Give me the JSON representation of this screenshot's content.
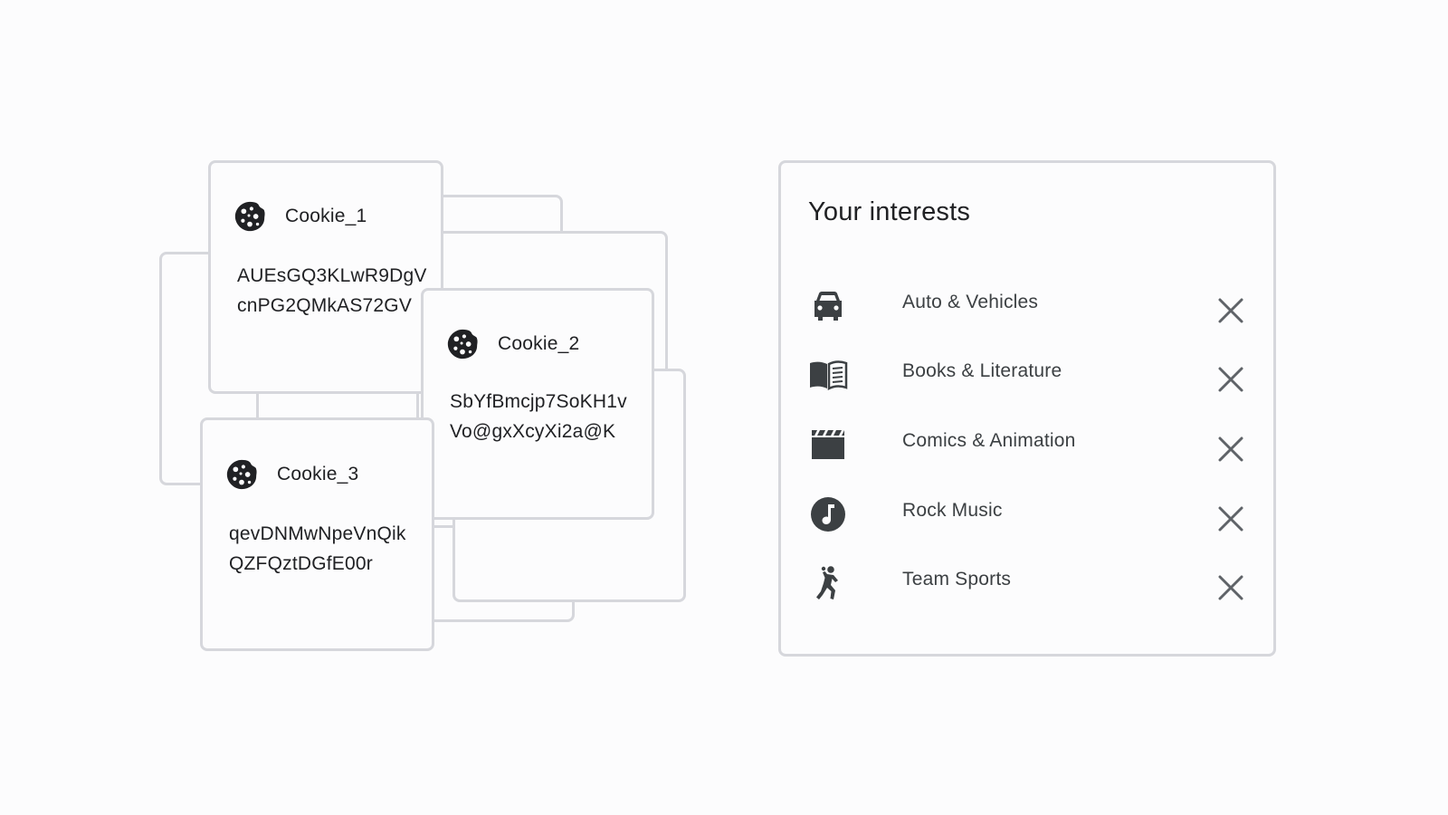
{
  "cookies": [
    {
      "name": "Cookie_1",
      "value_lines": [
        "AUEsGQ3KLwR9DgV",
        "cnPG2QMkAS72GV"
      ]
    },
    {
      "name": "Cookie_2",
      "value_lines": [
        "SbYfBmcjp7SoKH1v",
        "Vo@gxXcyXi2a@K"
      ]
    },
    {
      "name": "Cookie_3",
      "value_lines": [
        "qevDNMwNpeVnQik",
        "QZFQztDGfE00r"
      ]
    }
  ],
  "interests": {
    "title": "Your interests",
    "items": [
      {
        "label": "Auto & Vehicles",
        "icon": "car-icon"
      },
      {
        "label": "Books & Literature",
        "icon": "book-icon"
      },
      {
        "label": "Comics & Animation",
        "icon": "clapperboard-icon"
      },
      {
        "label": "Rock Music",
        "icon": "music-note-icon"
      },
      {
        "label": "Team Sports",
        "icon": "athlete-icon"
      }
    ]
  },
  "colors": {
    "border": "#d6d7dc",
    "text": "#202124",
    "icon": "#3c4043",
    "background": "#fcfcfd"
  }
}
